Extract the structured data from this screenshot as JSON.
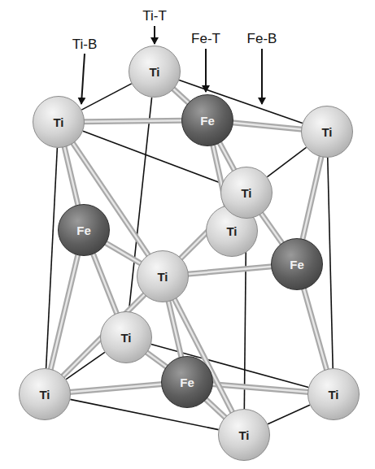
{
  "diagram": {
    "nodes": [
      {
        "text": [
          "Ti"
        ]
      },
      {
        "text": [
          "Ti"
        ]
      },
      {
        "text": [
          "Fe"
        ]
      },
      {
        "text": [
          "Ti"
        ]
      },
      {
        "text": [
          "Ti"
        ]
      },
      {
        "text": [
          "Fe"
        ]
      },
      {
        "text": [
          "Ti"
        ]
      },
      {
        "text": [
          "Fe"
        ]
      },
      {
        "text": [
          "Ti"
        ]
      },
      {
        "text": [
          "Ti"
        ]
      },
      {
        "text": [
          "Fe"
        ]
      },
      {
        "text": [
          "Ti"
        ]
      },
      {
        "text": [
          "Ti"
        ]
      },
      {
        "text": [
          "Ti"
        ]
      }
    ],
    "edges": [
      {
        "from": 1,
        "to": 0,
        "arrow": "none"
      },
      {
        "from": 0,
        "to": 3,
        "arrow": "none"
      },
      {
        "from": 3,
        "to": 4,
        "arrow": "none"
      },
      {
        "from": 4,
        "to": 1,
        "arrow": "none"
      },
      {
        "from": 11,
        "to": 9,
        "arrow": "none"
      },
      {
        "from": 9,
        "to": 12,
        "arrow": "none"
      },
      {
        "from": 12,
        "to": 13,
        "arrow": "none"
      },
      {
        "from": 13,
        "to": 11,
        "arrow": "none"
      },
      {
        "from": 1,
        "to": 11,
        "arrow": "none"
      },
      {
        "from": 0,
        "to": 9,
        "arrow": "none"
      },
      {
        "from": 3,
        "to": 12,
        "arrow": "none"
      },
      {
        "from": 4,
        "to": 13,
        "arrow": "none"
      },
      {
        "from": 2,
        "to": 0,
        "arrow": "none"
      },
      {
        "from": 2,
        "to": 1,
        "arrow": "none"
      },
      {
        "from": 2,
        "to": 3,
        "arrow": "none"
      },
      {
        "from": 2,
        "to": 4,
        "arrow": "none"
      },
      {
        "from": 2,
        "to": 6,
        "arrow": "none"
      },
      {
        "from": 5,
        "to": 1,
        "arrow": "none"
      },
      {
        "from": 5,
        "to": 11,
        "arrow": "none"
      },
      {
        "from": 5,
        "to": 8,
        "arrow": "none"
      },
      {
        "from": 5,
        "to": 9,
        "arrow": "none"
      },
      {
        "from": 7,
        "to": 3,
        "arrow": "none"
      },
      {
        "from": 7,
        "to": 4,
        "arrow": "none"
      },
      {
        "from": 7,
        "to": 12,
        "arrow": "none"
      },
      {
        "from": 7,
        "to": 8,
        "arrow": "none"
      },
      {
        "from": 10,
        "to": 11,
        "arrow": "none"
      },
      {
        "from": 10,
        "to": 13,
        "arrow": "none"
      },
      {
        "from": 10,
        "to": 12,
        "arrow": "none"
      },
      {
        "from": 10,
        "to": 9,
        "arrow": "none"
      },
      {
        "from": 10,
        "to": 8,
        "arrow": "none"
      },
      {
        "from": 8,
        "to": 1,
        "arrow": "none"
      },
      {
        "from": 8,
        "to": 4,
        "arrow": "none"
      },
      {
        "from": 8,
        "to": 11,
        "arrow": "none"
      },
      {
        "from": 8,
        "to": 13,
        "arrow": "none"
      }
    ],
    "labels": [
      "Ti-T",
      "Ti-B",
      "Fe-T",
      "Fe-B"
    ]
  }
}
